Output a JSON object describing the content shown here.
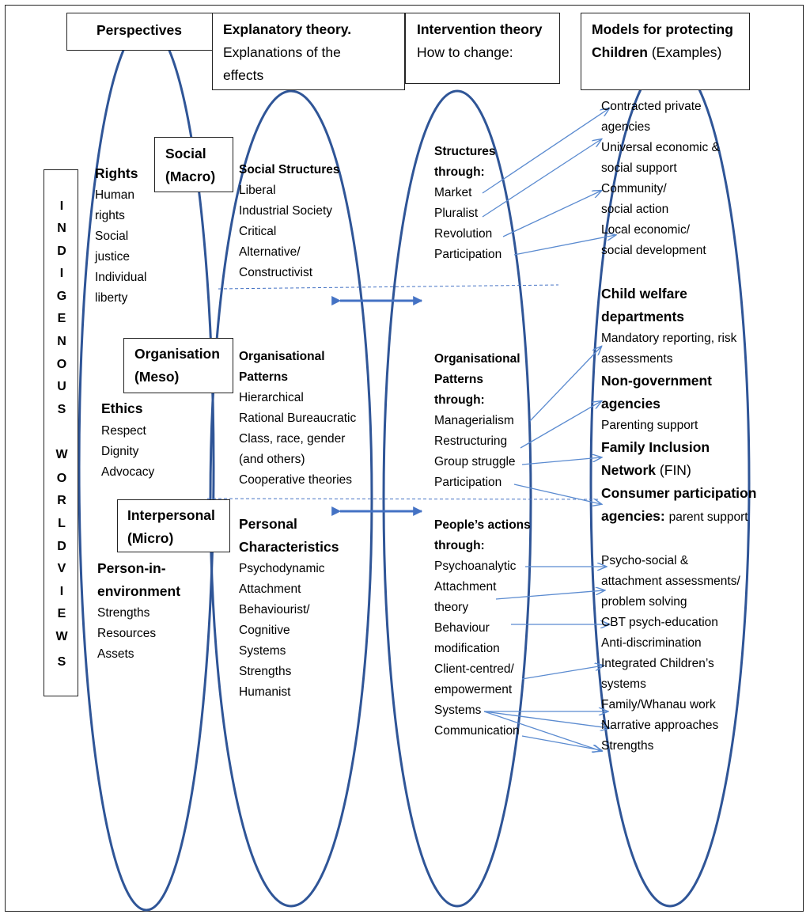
{
  "headers": {
    "perspectives": "Perspectives",
    "explanatory_title": "Explanatory theory.",
    "explanatory_sub": "Explanations of the",
    "explanatory_sub2": "effects",
    "intervention_title": "Intervention theory",
    "intervention_sub": "How to change:",
    "models_title": "Models for protecting",
    "models_sub_bold": "Children",
    "models_sub": "(Examples)"
  },
  "vertical_label": [
    "I",
    "N",
    "D",
    "I",
    "G",
    "E",
    "N",
    "O",
    "U",
    "S",
    "",
    "W",
    "O",
    "R",
    "L",
    "D",
    "V",
    "I",
    "E",
    "W",
    "S"
  ],
  "levels": {
    "social_1": "Social",
    "social_2": "(Macro)",
    "org_1": "Organisation",
    "org_2": "(Meso)",
    "inter_1": "Interpersonal",
    "inter_2": "(Micro)"
  },
  "perspectives": {
    "rights_title": "Rights",
    "rights_items": [
      "Human",
      "rights",
      "Social",
      "justice",
      "Individual",
      "liberty"
    ],
    "ethics_title": "Ethics",
    "ethics_items": [
      "Respect",
      "Dignity",
      "Advocacy"
    ],
    "pie_title_1": "Person-in-",
    "pie_title_2": "environment",
    "pie_items": [
      "Strengths",
      "Resources",
      "Assets"
    ]
  },
  "explanatory": {
    "social_title": "Social Structures",
    "social_items": [
      "Liberal",
      "Industrial Society",
      "Critical",
      "Alternative/",
      "Constructivist"
    ],
    "org_title_1": "Organisational",
    "org_title_2": "Patterns",
    "org_items": [
      "Hierarchical",
      "Rational Bureaucratic",
      "Class, race, gender",
      "(and others)",
      "Cooperative theories"
    ],
    "personal_title_1": "Personal",
    "personal_title_2": "Characteristics",
    "personal_items": [
      "Psychodynamic",
      "Attachment",
      "Behaviourist/",
      "Cognitive",
      "Systems",
      "Strengths",
      "Humanist"
    ]
  },
  "intervention": {
    "structures_title_1": "Structures",
    "structures_title_2": "through:",
    "structures_items": [
      "Market",
      "Pluralist",
      "Revolution",
      "Participation"
    ],
    "org_title_1": "Organisational",
    "org_title_2": "Patterns",
    "org_title_3": "through:",
    "org_items": [
      "Managerialism",
      "Restructuring",
      "Group struggle",
      "Participation"
    ],
    "people_title_1": "People’s actions",
    "people_title_2": "through:",
    "people_items": [
      "Psychoanalytic",
      "Attachment",
      "theory",
      "Behaviour",
      "modification",
      "Client-centred/",
      "empowerment",
      "Systems",
      "Communication"
    ]
  },
  "models": {
    "social_items": [
      "Contracted private",
      "agencies",
      "Universal economic &",
      "social support",
      "Community/",
      "social action",
      "Local economic/",
      "social development"
    ],
    "cwd_title_1": "Child welfare",
    "cwd_title_2": "departments",
    "cwd_item": "Mandatory reporting, risk",
    "cwd_item2": "assessments",
    "ngo_title_1": "Non-government",
    "ngo_title_2": "agencies",
    "ngo_item": "Parenting support",
    "fin_title_1": "Family Inclusion",
    "fin_title_2": "Network",
    "fin_suffix": "(FIN)",
    "cpa_title_1": "Consumer participation",
    "cpa_title_2": "agencies:",
    "cpa_suffix": "parent support",
    "micro_items": [
      "Psycho-social &",
      "attachment assessments/",
      "problem solving",
      "CBT psych-education",
      "Anti-discrimination",
      "Integrated Children’s",
      "systems",
      "Family/Whanau work",
      "Narrative approaches",
      "Strengths"
    ]
  },
  "colors": {
    "ellipse": "#2f5597",
    "arrow": "#5b8bd0",
    "double_arrow": "#4472c4",
    "border": "#222222"
  }
}
